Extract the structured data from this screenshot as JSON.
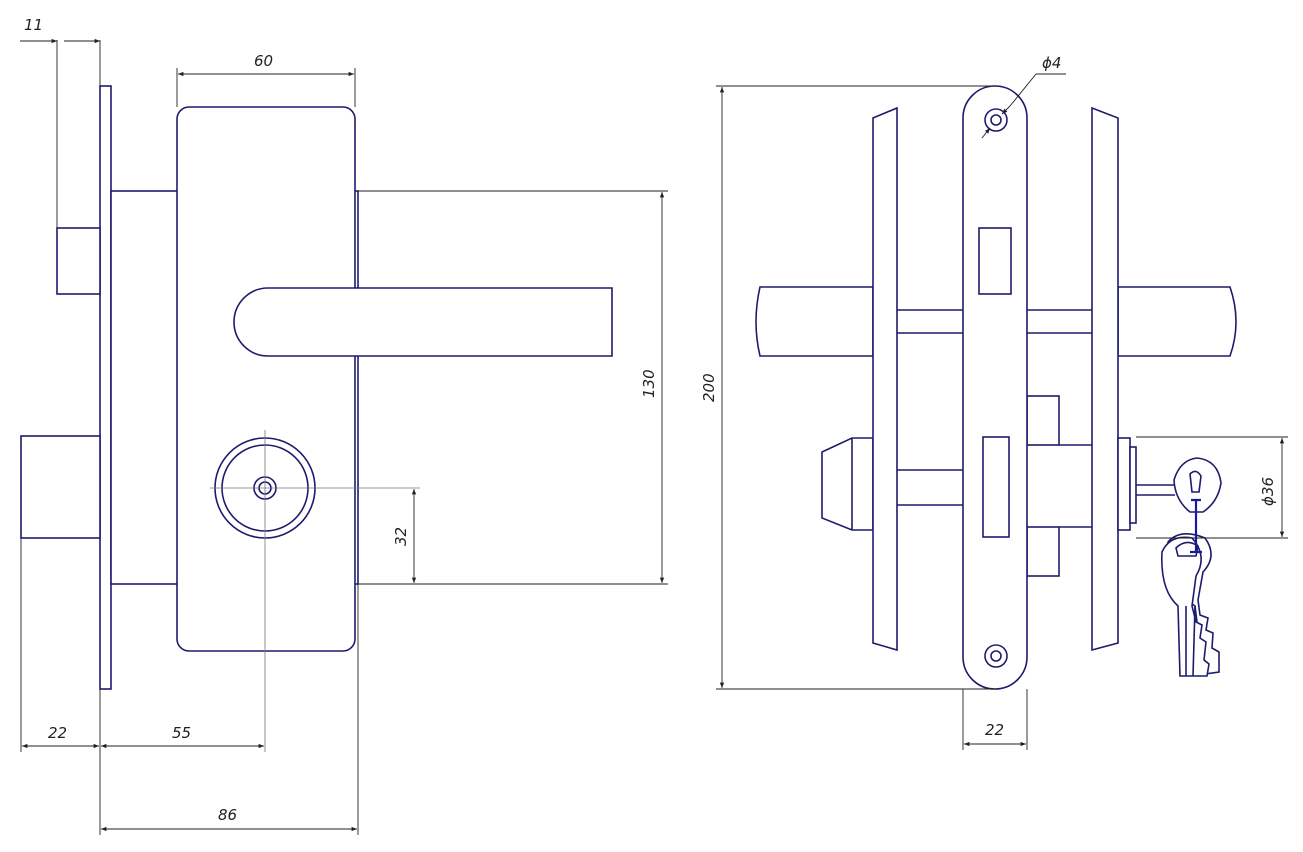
{
  "dimensions": {
    "d11": "11",
    "d60": "60",
    "d130": "130",
    "d32": "32",
    "d22_left": "22",
    "d55": "55",
    "d86": "86",
    "d200": "200",
    "phi4": "ϕ4",
    "d22_right": "22",
    "phi36": "ϕ36"
  },
  "colors": {
    "line": "#1c1c6e",
    "key_ring": "#1a1aa0",
    "dimension": "#222222",
    "background": "#ffffff"
  }
}
